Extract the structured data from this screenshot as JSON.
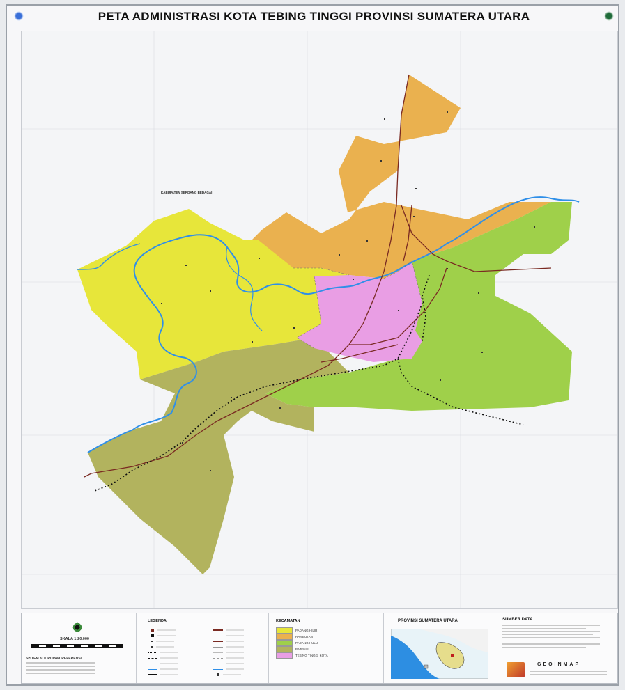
{
  "title": "PETA ADMINISTRASI KOTA TEBING TINGGI PROVINSI SUMATERA UTARA",
  "map": {
    "outside_label": "KABUPATEN SERDANG BEDAGAI",
    "colors": {
      "kec_yellow": "#e7e63a",
      "kec_orange": "#eab14f",
      "kec_green": "#9fd04a",
      "kec_olive": "#b2b35e",
      "kec_pink": "#e99ee4",
      "river": "#2f8fe8",
      "road": "#7a2a22",
      "boundary": "#222222"
    },
    "icons": [
      "compass-rose-icon",
      "north-arrow-icon",
      "logo-icon"
    ]
  },
  "footer": {
    "scale_text": "SKALA 1:20.000",
    "coord_header": "SISTEM KOORDINAT REFERENSI",
    "legend_header": "LEGENDA",
    "kecamatan_header": "KECAMATAN",
    "kecamatan": [
      {
        "name": "PADANG HILIR",
        "color": "#e7e63a"
      },
      {
        "name": "RAMBUTAN",
        "color": "#eab14f"
      },
      {
        "name": "PADANG HULU",
        "color": "#9fd04a"
      },
      {
        "name": "BAJENIS",
        "color": "#b2b35e"
      },
      {
        "name": "TEBING TINGGI KOTA",
        "color": "#e99ee4"
      }
    ],
    "inset_title": "PROVINSI SUMATERA UTARA",
    "sumber_header": "SUMBER DATA",
    "brand": "GEOINMAP"
  }
}
